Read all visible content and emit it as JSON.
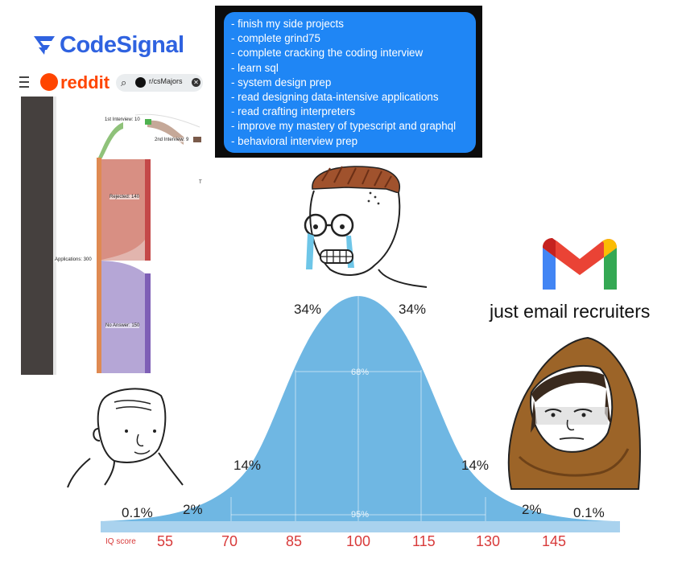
{
  "codesignal": {
    "logo_text": "CodeSignal"
  },
  "reddit": {
    "logo_text": "reddit",
    "search_subreddit": "r/csMajors",
    "sankey": {
      "labels": {
        "applications": "Applications: 300",
        "first_interview": "1st Interview: 10",
        "second_interview": "2nd Interview: 9",
        "rejected": "Rejected: 140",
        "no_answer": "No Answer: 150",
        "cut_off": "T"
      }
    }
  },
  "todo": {
    "items": [
      "- finish my side projects",
      "- complete grind75",
      "- complete cracking the coding interview",
      "- learn sql",
      "- system design prep",
      "- read designing data-intensive applications",
      "- read crafting interpreters",
      "- improve my mastery of typescript and graphql",
      "- behavioral interview prep"
    ]
  },
  "gmail": {
    "caption": "just email recruiters"
  },
  "bell_curve": {
    "percent_labels": {
      "left_far": "0.1%",
      "left_2": "2%",
      "left_14": "14%",
      "left_34": "34%",
      "right_34": "34%",
      "right_14": "14%",
      "right_2": "2%",
      "right_far": "0.1%"
    },
    "inner_labels": {
      "sd1": "68%",
      "sd2": "95%"
    },
    "axis_label": "IQ score",
    "ticks": [
      "55",
      "70",
      "85",
      "100",
      "115",
      "130",
      "145"
    ]
  },
  "colors": {
    "curve_fill": "#6fb7e3",
    "axis_bar": "#a9d2ee",
    "tick_text": "#d83a3a",
    "codesignal_blue": "#2f62e0",
    "reddit_orange": "#ff4500",
    "todo_bubble": "#1f86f5"
  },
  "icons": [
    "codesignal-logo-icon",
    "reddit-snoo-icon",
    "search-icon",
    "close-icon",
    "gmail-icon",
    "menu-icon"
  ]
}
